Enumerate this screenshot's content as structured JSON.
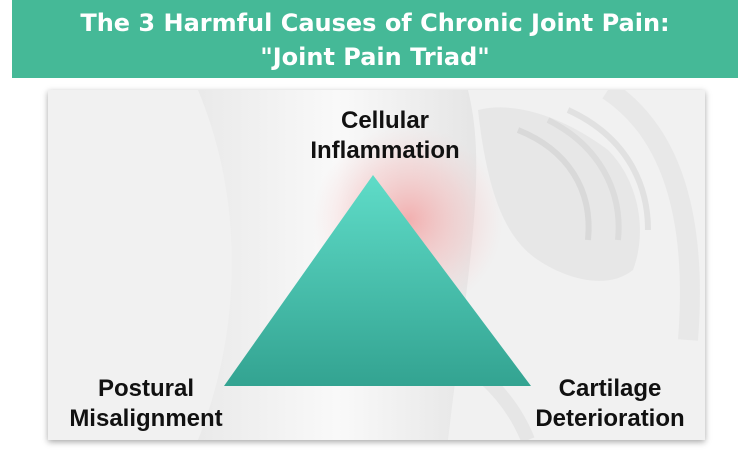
{
  "title": {
    "line1": "The 3 Harmful Causes of Chronic Joint Pain:",
    "line2": "\"Joint Pain Triad\""
  },
  "triad": {
    "top": {
      "line1": "Cellular",
      "line2": "Inflammation"
    },
    "left": {
      "line1": "Postural",
      "line2": "Misalignment"
    },
    "right": {
      "line1": "Cartilage",
      "line2": "Deterioration"
    }
  },
  "colors": {
    "banner": "#45b997",
    "triangle_top": "#5fdcc8",
    "triangle_bottom": "#33a391",
    "label_text": "#111111"
  }
}
